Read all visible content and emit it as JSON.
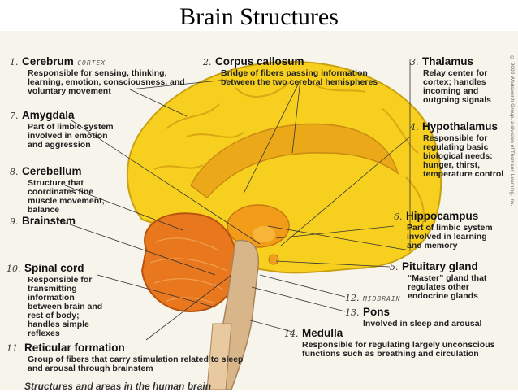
{
  "title": "Brain Structures",
  "copyright": "© 2002 Wadsworth Group. a division of Thomson Learning, Inc.",
  "caption": "Structures and areas in the human brain",
  "labels": [
    {
      "num": "1.",
      "title": "Cerebrum",
      "note": "CORTEX",
      "desc": "Responsible for sensing, thinking, learning, emotion, consciousness, and voluntary movement"
    },
    {
      "num": "2.",
      "title": "Corpus callosum",
      "desc": "Bridge of fibers passing information between the two cerebral hemispheres"
    },
    {
      "num": "3.",
      "title": "Thalamus",
      "desc": "Relay center for cortex; handles incoming and outgoing signals"
    },
    {
      "num": "4.",
      "title": "Hypothalamus",
      "desc": "Responsible for regulating basic biological needs: hunger, thirst, temperature control"
    },
    {
      "num": "6.",
      "title": "Hippocampus",
      "desc": "Part of limbic system involved in learning and memory"
    },
    {
      "num": "5.",
      "title": "Pituitary gland",
      "desc": "“Master” gland that regulates other endocrine glands"
    },
    {
      "num": "12.",
      "note": "MIDBRAIN"
    },
    {
      "num": "13.",
      "title": "Pons",
      "desc": "Involved in sleep and arousal"
    },
    {
      "num": "14.",
      "title": "Medulla",
      "desc": "Responsible for regulating largely unconscious functions such as breathing and circulation"
    },
    {
      "num": "7.",
      "title": "Amygdala",
      "desc": "Part of limbic system involved in emotion and aggression"
    },
    {
      "num": "8.",
      "title": "Cerebellum",
      "desc": "Structure that coordinates fine muscle movement, balance"
    },
    {
      "num": "9.",
      "title": "Brainstem"
    },
    {
      "num": "10.",
      "title": "Spinal cord",
      "desc": "Responsible for transmitting information between brain and rest of body; handles simple reflexes"
    },
    {
      "num": "11.",
      "title": "Reticular formation",
      "desc": "Group of fibers that carry stimulation related to sleep and arousal through brainstem"
    }
  ]
}
